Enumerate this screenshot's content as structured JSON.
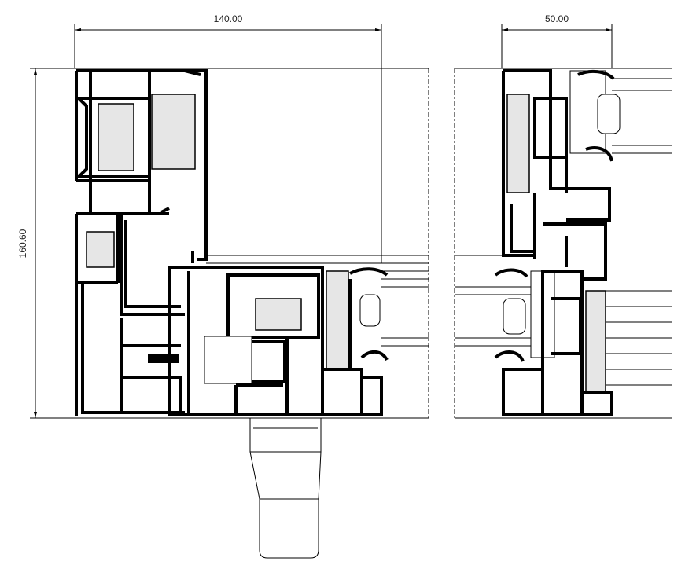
{
  "dimensions": {
    "left_width": "140.00",
    "right_width": "50.00",
    "left_height": "160.60"
  }
}
